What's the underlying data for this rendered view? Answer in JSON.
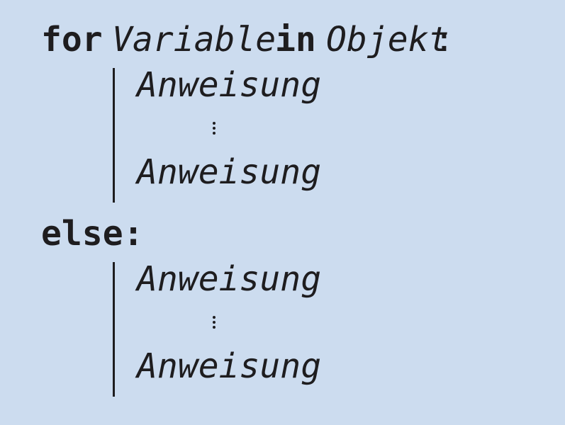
{
  "colors": {
    "background": "#ccdcef",
    "text": "#1e1d1f"
  },
  "for_clause": {
    "keyword": "for",
    "variable": "Variable",
    "in_keyword": "in",
    "object": "Objekt",
    "colon": ":"
  },
  "for_body": {
    "first_statement": "Anweisung",
    "ellipsis_icon": "vertical-ellipsis",
    "last_statement": "Anweisung"
  },
  "else_clause": {
    "keyword": "else:"
  },
  "else_body": {
    "first_statement": "Anweisung",
    "ellipsis_icon": "vertical-ellipsis",
    "last_statement": "Anweisung"
  }
}
